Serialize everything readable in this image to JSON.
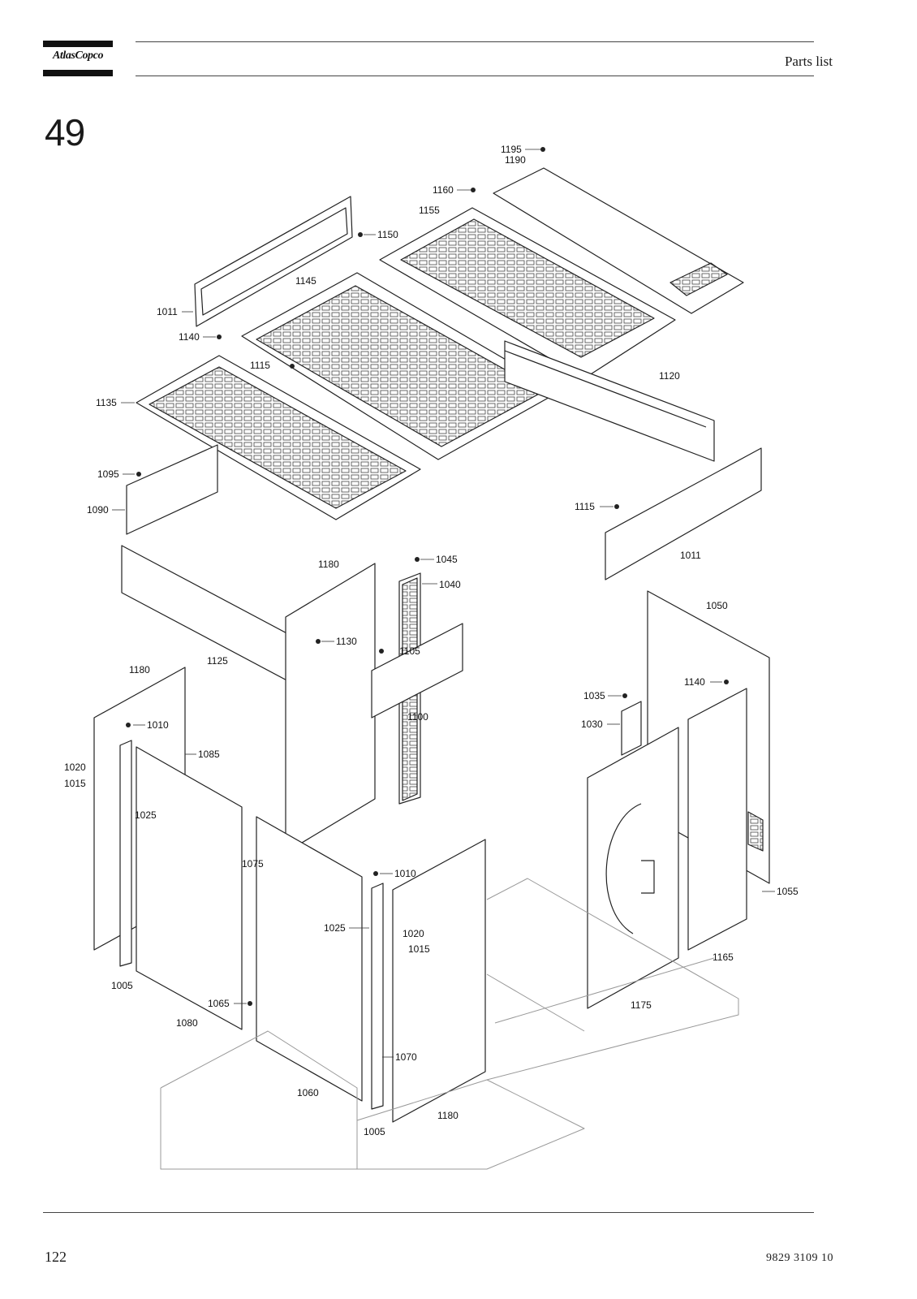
{
  "header": {
    "logo_text": "AtlasCopco",
    "title": "Parts list"
  },
  "section_number": "49",
  "diagram": {
    "callouts": [
      "1195",
      "1190",
      "1160",
      "1155",
      "1150",
      "1011",
      "1145",
      "1140",
      "1115",
      "1135",
      "1120",
      "1095",
      "1090",
      "1115",
      "1011",
      "1180",
      "1045",
      "1040",
      "1125",
      "1130",
      "1105",
      "1050",
      "1180",
      "1140",
      "1035",
      "1010",
      "1100",
      "1030",
      "1085",
      "1020",
      "1015",
      "1025",
      "1075",
      "1010",
      "1055",
      "1025",
      "1020",
      "1015",
      "1005",
      "1065",
      "1080",
      "1165",
      "1175",
      "1070",
      "1060",
      "1180",
      "1005"
    ]
  },
  "footer": {
    "page_number": "122",
    "doc_number": "9829  3109  10"
  }
}
